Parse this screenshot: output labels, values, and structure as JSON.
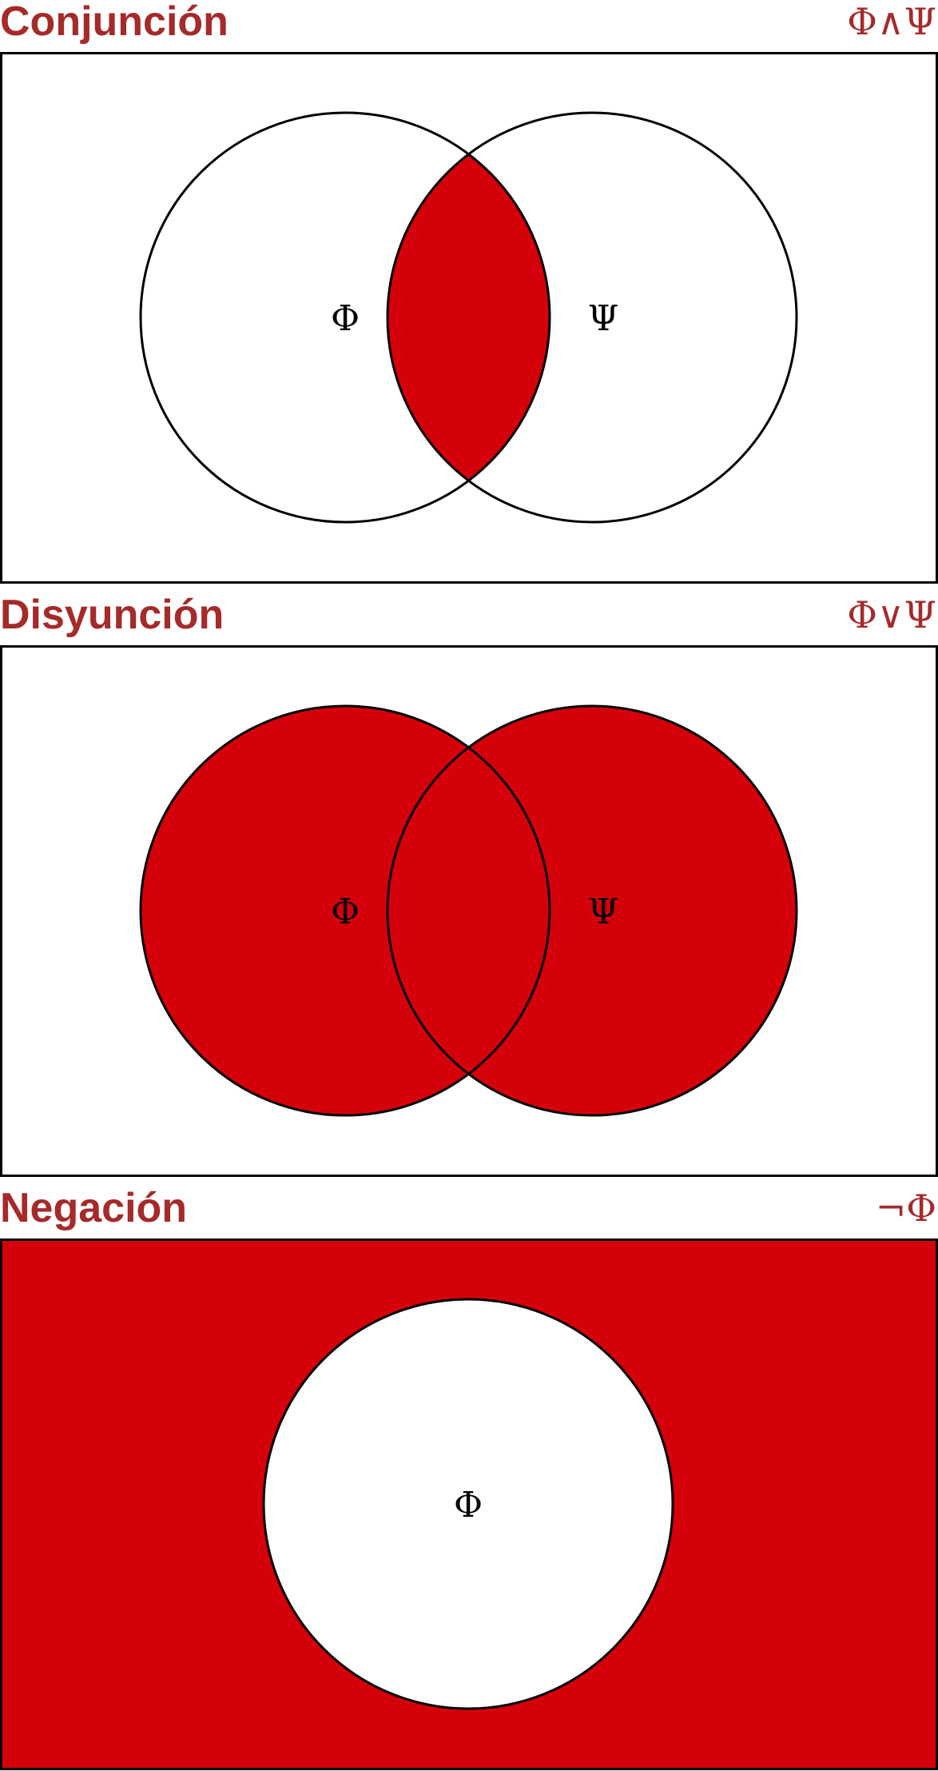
{
  "colors": {
    "fill": "#d4000a",
    "heading": "#a52a2a",
    "stroke": "#000000"
  },
  "sections": [
    {
      "title": "Conjunción",
      "formula": "Φ∧Ψ",
      "left_set_label": "Φ",
      "right_set_label": "Ψ",
      "shaded_region": "intersection"
    },
    {
      "title": "Disyunción",
      "formula": "Φ∨Ψ",
      "left_set_label": "Φ",
      "right_set_label": "Ψ",
      "shaded_region": "union"
    },
    {
      "title": "Negación",
      "formula": "¬Φ",
      "set_label": "Φ",
      "shaded_region": "complement"
    }
  ]
}
